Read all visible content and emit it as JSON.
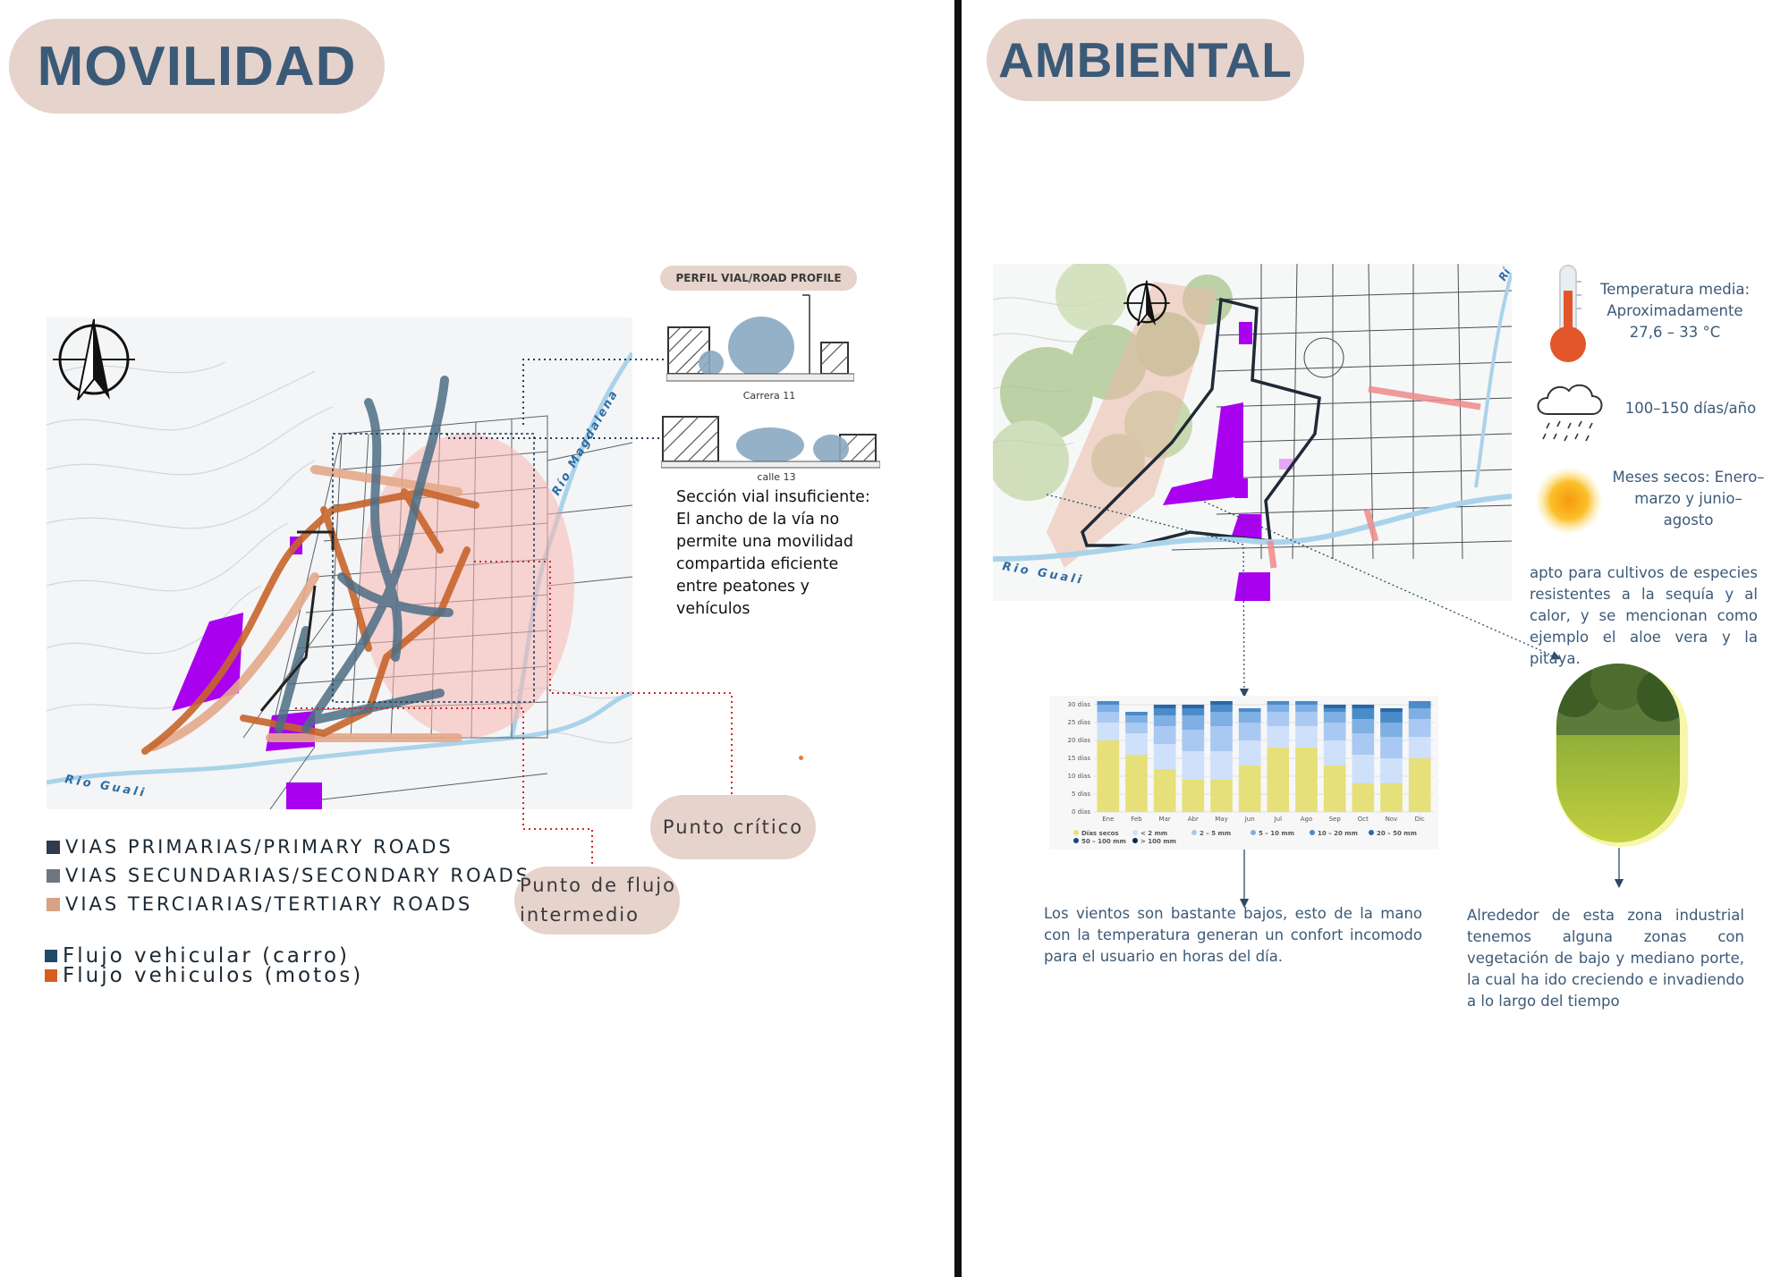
{
  "left": {
    "title": "MOVILIDAD",
    "map": {
      "river_magdalena": "Río Magdalena",
      "river_guali": "Rio Guali"
    },
    "road_profile": {
      "label": "PERFIL VIAL/ROAD PROFILE",
      "profile1": "Carrera 11",
      "profile2": "calle 13"
    },
    "section_note": "Sección vial insuficiente: El ancho de la vía no permite una movilidad compartida eficiente entre peatones y vehículos",
    "legend_roads": [
      {
        "label": "VIAS PRIMARIAS/PRIMARY ROADS",
        "color": "#2f3c4f"
      },
      {
        "label": "VIAS SECUNDARIAS/SECONDARY ROADS",
        "color": "#6e7680"
      },
      {
        "label": "VIAS TERCIARIAS/TERTIARY ROADS",
        "color": "#d9a184"
      }
    ],
    "legend_flows": [
      {
        "label": "Flujo vehicular (carro)",
        "color": "#1f4a63"
      },
      {
        "label": "Flujo vehiculos (motos)",
        "color": "#d65f1e"
      }
    ],
    "punto_critico": "Punto crítico",
    "punto_flujo": "Punto de flujo intermedio"
  },
  "right": {
    "title": "AMBIENTAL",
    "map": {
      "river_guali": "Rio Guali",
      "river_r": "Rí"
    },
    "temperature": "Temperatura media: Aproximadamente 27,6 – 33 °C",
    "rain": "100–150 días/año",
    "dry_months": "Meses secos: Enero–marzo y junio–agosto",
    "crops_note": "apto para cultivos de especies resistentes a la sequía y al calor, y se mencionan como ejemplo el aloe vera y la pitaya.",
    "wind_note": "Los vientos son bastante bajos, esto de la mano con la temperatura generan un confort incomodo para el usuario en horas del día.",
    "vegetation_note": "Alrededor de esta zona industrial tenemos alguna zonas con vegetación de bajo y mediano porte, la cual ha ido creciendo e invadiendo a lo largo del tiempo"
  },
  "chart_data": {
    "type": "bar",
    "stacked": true,
    "categories": [
      "Ene",
      "Feb",
      "Mar",
      "Abr",
      "May",
      "Jun",
      "Jul",
      "Ago",
      "Sep",
      "Oct",
      "Nov",
      "Dic"
    ],
    "y_ticks": [
      "0 días",
      "5 días",
      "10 días",
      "15 días",
      "20 días",
      "25 días",
      "30 días"
    ],
    "ylim": [
      0,
      31
    ],
    "series": [
      {
        "name": "Días secos",
        "color": "#e6e07a",
        "values": [
          20,
          16,
          12,
          9,
          9,
          13,
          18,
          18,
          13,
          8,
          8,
          15
        ]
      },
      {
        "name": "< 2 mm",
        "color": "#cfe0fb",
        "values": [
          5,
          6,
          7,
          8,
          8,
          7,
          6,
          6,
          7,
          8,
          7,
          6
        ]
      },
      {
        "name": "2 – 5 mm",
        "color": "#a9c9f2",
        "values": [
          3,
          3,
          5,
          6,
          7,
          5,
          4,
          4,
          5,
          6,
          6,
          5
        ]
      },
      {
        "name": "5 – 10 mm",
        "color": "#7fb0e3",
        "values": [
          2,
          2,
          3,
          4,
          4,
          3,
          2,
          2,
          3,
          4,
          4,
          3
        ]
      },
      {
        "name": "10 – 20 mm",
        "color": "#4a8bc9",
        "values": [
          1,
          1,
          2,
          2,
          2,
          1,
          1,
          1,
          1,
          3,
          3,
          2
        ]
      },
      {
        "name": "20 – 50 mm",
        "color": "#2867a8",
        "values": [
          0,
          0,
          1,
          1,
          1,
          0,
          0,
          0,
          1,
          1,
          1,
          0
        ]
      },
      {
        "name": "50 – 100 mm",
        "color": "#0f4a8a",
        "values": [
          0,
          0,
          0,
          0,
          0,
          0,
          0,
          0,
          0,
          0,
          0,
          0
        ]
      },
      {
        "name": "> 100 mm",
        "color": "#072a55",
        "values": [
          0,
          0,
          0,
          0,
          0,
          0,
          0,
          0,
          0,
          0,
          0,
          0
        ]
      }
    ]
  }
}
